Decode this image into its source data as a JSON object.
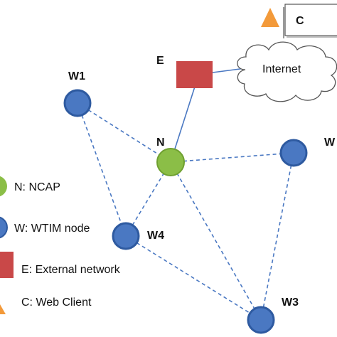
{
  "nodes": {
    "w1": "W1",
    "w2": "W",
    "w3": "W3",
    "w4": "W4",
    "ncap": "N",
    "external": "E",
    "client": "C"
  },
  "internet_label": "Internet",
  "legend": [
    {
      "key": "ncap",
      "label": "N: NCAP",
      "shape": "circle",
      "color": "#8BBE47"
    },
    {
      "key": "wtim",
      "label": "W: WTIM node",
      "shape": "circle",
      "color": "#4A78C2"
    },
    {
      "key": "external",
      "label": "E: External network",
      "shape": "square",
      "color": "#C94848"
    },
    {
      "key": "client",
      "label": "C: Web Client",
      "shape": "triangle",
      "color": "#F39A3A"
    }
  ],
  "colors": {
    "wtim_fill": "#4A78C2",
    "wtim_stroke": "#2E5AA0",
    "ncap_fill": "#8BBE47",
    "ncap_stroke": "#6FA030",
    "external_fill": "#C94848",
    "client_fill": "#F39A3A",
    "link": "#4A78C2"
  }
}
